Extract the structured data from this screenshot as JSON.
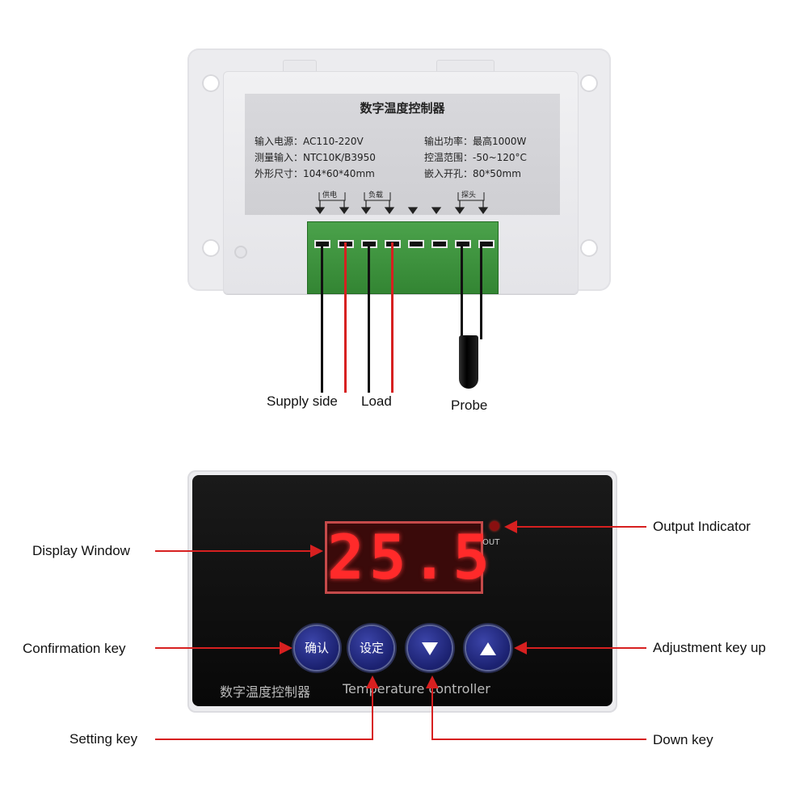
{
  "plate": {
    "title": "数字温度控制器",
    "specs_left": [
      "输入电源：AC110-220V",
      "测量输入：NTC10K/B3950",
      "外形尺寸：104*60*40mm"
    ],
    "specs_right": [
      "输出功率：最高1000W",
      "控温范围：-50~120°C",
      "嵌入开孔：80*50mm"
    ],
    "terminal_groups": [
      "供电",
      "负载",
      "探头"
    ]
  },
  "captions": {
    "supply": "Supply side",
    "load": "Load",
    "probe": "Probe"
  },
  "panel": {
    "display_value": "25.5",
    "out_label": "OUT",
    "confirm_key": "确认",
    "set_key": "设定",
    "brand_cn": "数字温度控制器",
    "brand_en": "Temperature controller"
  },
  "callouts": {
    "output_indicator": "Output Indicator",
    "display_window": "Display Window",
    "confirmation_key": "Confirmation key",
    "adjustment_up": "Adjustment key up",
    "setting_key": "Setting key",
    "down_key": "Down key"
  },
  "colors": {
    "terminal_green": "#3f943f",
    "callout_red": "#d72020",
    "display_red": "#ff2a2a",
    "key_blue": "#1b2170"
  }
}
